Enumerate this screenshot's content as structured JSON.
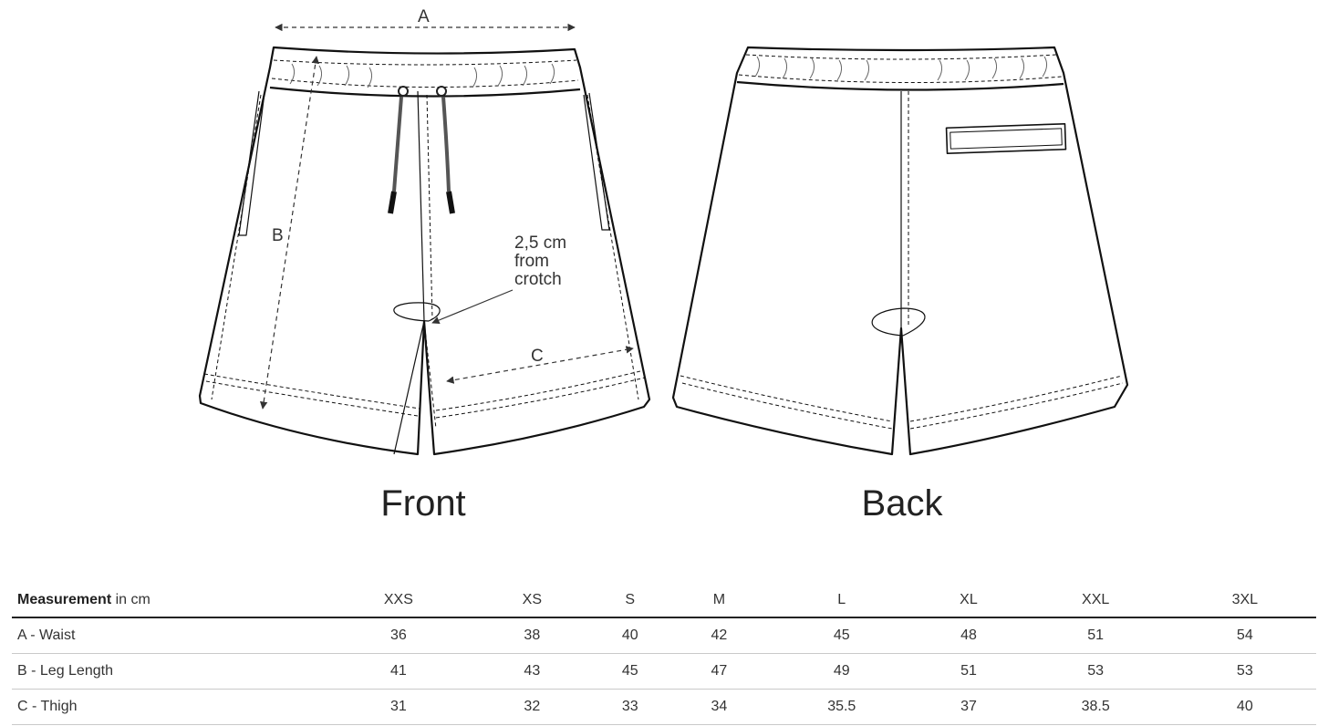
{
  "drawing": {
    "dim_a": "A",
    "dim_b": "B",
    "dim_c": "C",
    "note_line1": "2,5 cm",
    "note_line2": "from",
    "note_line3": "crotch",
    "front_label": "Front",
    "back_label": "Back"
  },
  "table": {
    "header_bold": "Measurement",
    "header_unit": " in cm",
    "sizes": [
      "XXS",
      "XS",
      "S",
      "M",
      "L",
      "XL",
      "XXL",
      "3XL"
    ],
    "rows": [
      {
        "label": "A - Waist",
        "values": [
          "36",
          "38",
          "40",
          "42",
          "45",
          "48",
          "51",
          "54"
        ]
      },
      {
        "label": "B - Leg Length",
        "values": [
          "41",
          "43",
          "45",
          "47",
          "49",
          "51",
          "53",
          "53"
        ]
      },
      {
        "label": "C - Thigh",
        "values": [
          "31",
          "32",
          "33",
          "34",
          "35.5",
          "37",
          "38.5",
          "40"
        ]
      }
    ]
  }
}
